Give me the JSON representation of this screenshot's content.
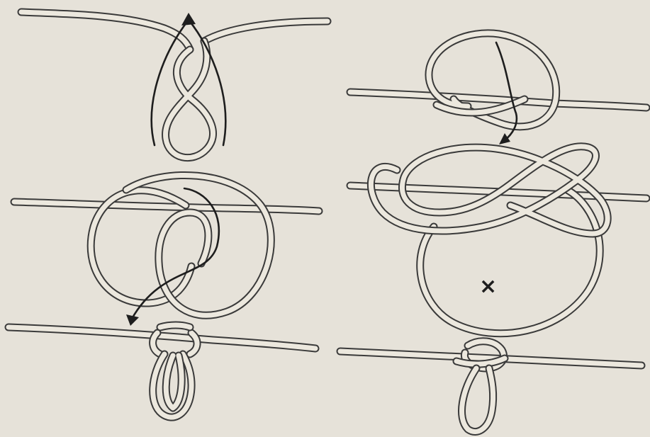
{
  "figure": {
    "panels": [
      {
        "id": "step-1",
        "column": "left"
      },
      {
        "id": "step-2",
        "column": "left"
      },
      {
        "id": "step-3",
        "column": "left"
      },
      {
        "id": "step-4",
        "column": "right"
      },
      {
        "id": "step-5",
        "column": "right"
      },
      {
        "id": "step-6",
        "column": "right"
      }
    ],
    "marker_text": "×",
    "colors": {
      "background": "#e6e2d9",
      "rope_outline": "#3a3a3a",
      "rope_fill": "#ece8de",
      "arrow": "#1e1e1e"
    }
  }
}
